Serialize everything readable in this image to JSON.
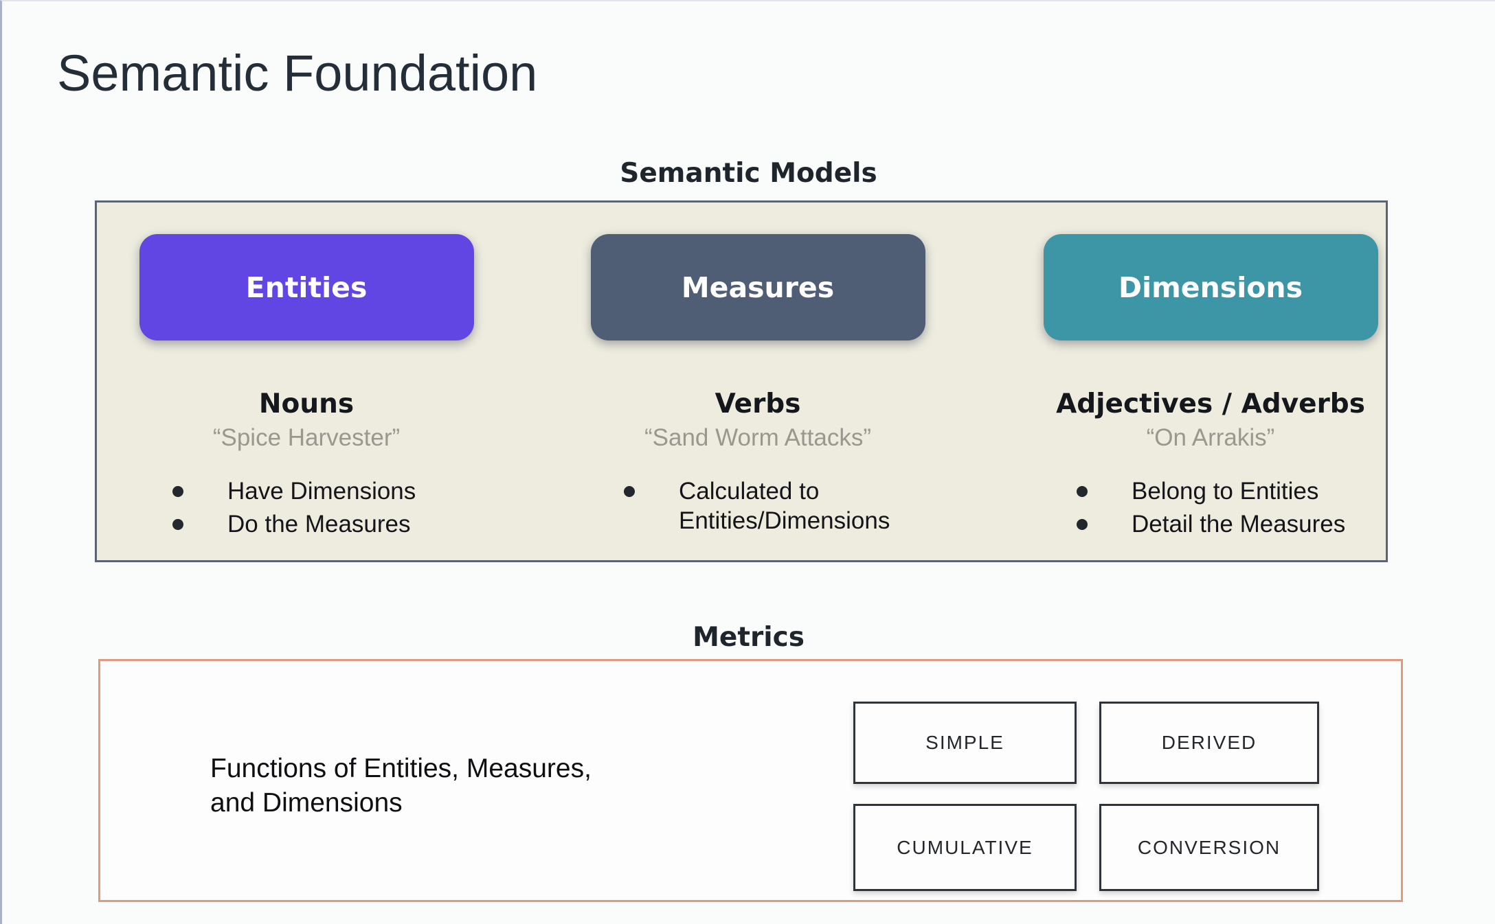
{
  "slide": {
    "title": "Semantic Foundation"
  },
  "semantic_models": {
    "heading": "Semantic Models",
    "panel_background": "#edecdf",
    "panel_border_color": "#5a6472",
    "columns": [
      {
        "label": "Entities",
        "color": "#6246e3",
        "part_of_speech": "Nouns",
        "example": "“Spice Harvester”",
        "bullets": [
          "Have Dimensions",
          "Do the Measures"
        ]
      },
      {
        "label": "Measures",
        "color": "#4f5e75",
        "part_of_speech": "Verbs",
        "example": "“Sand Worm Attacks”",
        "bullets": [
          "Calculated to Entities/Dimensions"
        ]
      },
      {
        "label": "Dimensions",
        "color": "#3d96a5",
        "part_of_speech": "Adjectives / Adverbs",
        "example": "“On Arrakis”",
        "bullets": [
          "Belong to Entities",
          "Detail the Measures"
        ]
      }
    ]
  },
  "metrics": {
    "heading": "Metrics",
    "border_color": "#e29a7e",
    "description_line1": "Functions of Entities, Measures,",
    "description_line2": "and Dimensions",
    "types": [
      "SIMPLE",
      "DERIVED",
      "CUMULATIVE",
      "CONVERSION"
    ]
  }
}
